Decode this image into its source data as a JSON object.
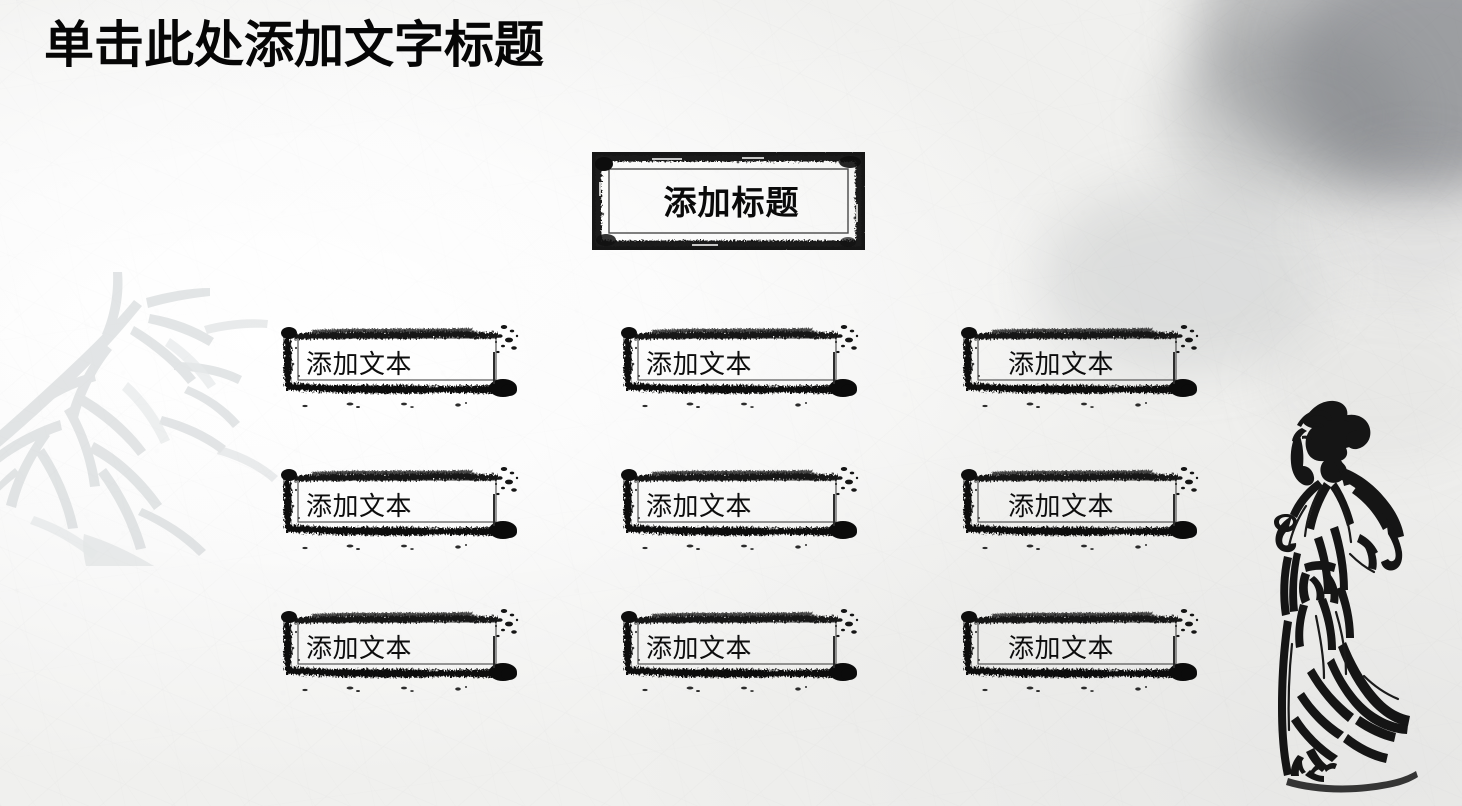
{
  "slide": {
    "headline": "单击此处添加文字标题",
    "background_style": "rice-paper-ink-wash",
    "colors": {
      "paper": "#f2f2f0",
      "ink": "#0a0a0a",
      "wash_gray": "#8a8c92",
      "bamboo_gray": "#c7cbcd"
    }
  },
  "title_plaque": {
    "label": "添加标题",
    "frame_style": "grunge-ink-double-border"
  },
  "content_grid": {
    "columns": 3,
    "rows": 3,
    "boxes": [
      {
        "label": "添加文本"
      },
      {
        "label": "添加文本"
      },
      {
        "label": "添加文本"
      },
      {
        "label": "添加文本"
      },
      {
        "label": "添加文本"
      },
      {
        "label": "添加文本"
      },
      {
        "label": "添加文本"
      },
      {
        "label": "添加文本"
      },
      {
        "label": "添加文本"
      }
    ]
  },
  "decorations": {
    "bamboo_watermark": "bamboo-branch-silhouette",
    "scholar_figure": "chinese-scholar-line-art",
    "ink_wash": "mountain-cloud-wash"
  }
}
